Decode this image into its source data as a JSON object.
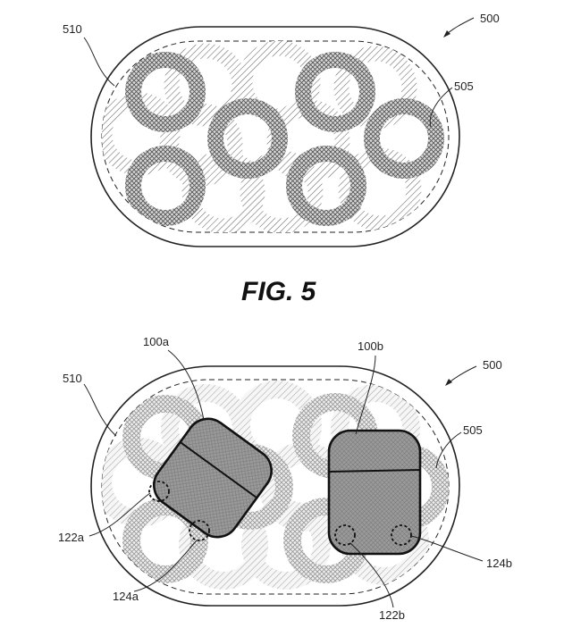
{
  "figure_top": {
    "ref_assembly": "500",
    "ref_case": "510",
    "ref_rings": "505",
    "caption": "FIG. 5"
  },
  "figure_bottom": {
    "ref_assembly": "500",
    "ref_case": "510",
    "ref_rings": "505",
    "ref_device_a": "100a",
    "ref_device_b": "100b",
    "ref_sensor_a1": "122a",
    "ref_sensor_a2": "124a",
    "ref_sensor_b1": "122b",
    "ref_sensor_b2": "124b"
  },
  "colors": {
    "line": "#222222",
    "device_fill": "#9a9a9a"
  }
}
